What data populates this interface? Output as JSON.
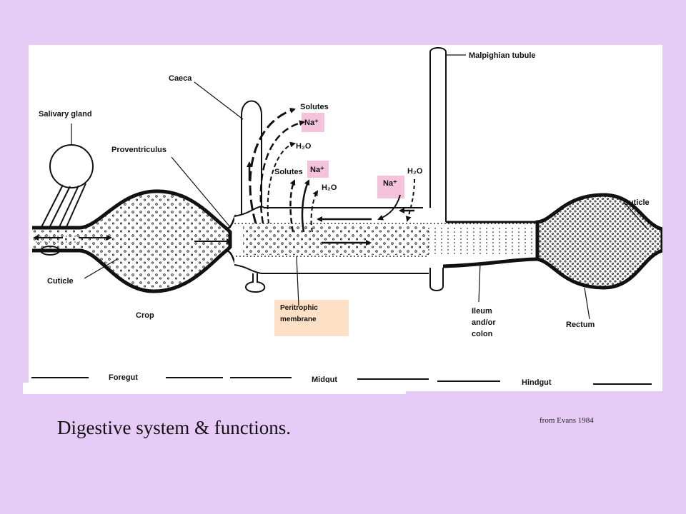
{
  "slide": {
    "caption": "Digestive system & functions.",
    "credit": "from Evans 1984"
  },
  "diagram": {
    "labels": {
      "salivary_gland": "Salivary gland",
      "caeca": "Caeca",
      "proventriculus": "Proventriculus",
      "malpighian_tubule": "Malpighian tubule",
      "cuticle_left": "Cuticle",
      "cuticle_right": "Cuticle",
      "crop": "Crop",
      "ileum_line1": "Ileum",
      "ileum_line2": "and/or",
      "ileum_line3": "colon",
      "rectum": "Rectum",
      "peritrophic_line1": "Peritrophic",
      "peritrophic_line2": "membrane",
      "solutes_top": "Solutes",
      "solutes_mid": "Solutes",
      "na_1": "Na⁺",
      "na_2": "Na⁺",
      "na_3": "Na⁺",
      "h2o_1": "H₂O",
      "h2o_2": "H₂O",
      "h2o_3": "H₂O"
    },
    "regions": {
      "foregut": "Foregut",
      "midgut": "Midgut",
      "hindgut": "Hindgut"
    },
    "highlight_colors": {
      "ion_box": "#f4c2da",
      "membrane_box": "#fde0c6"
    }
  }
}
